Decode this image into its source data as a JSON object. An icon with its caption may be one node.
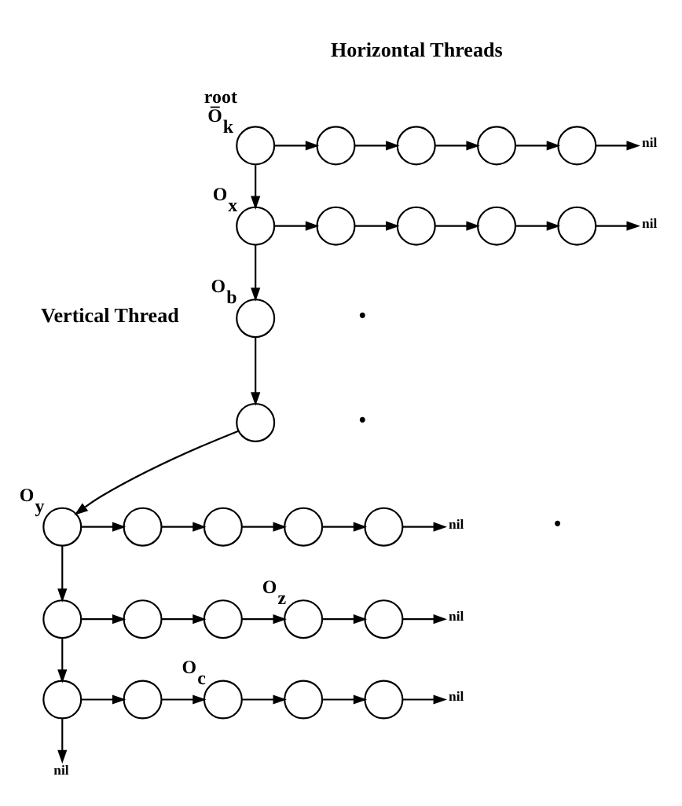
{
  "diagram": {
    "nodes": [
      {
        "text": [],
        "shape": "circle",
        "beside": [
          "root",
          "O̅$_{k}$"
        ]
      },
      {
        "text": [],
        "shape": "circle"
      },
      {
        "text": [],
        "shape": "circle"
      },
      {
        "text": [],
        "shape": "circle"
      },
      {
        "text": [],
        "shape": "circle"
      },
      {
        "text": [
          "nil"
        ]
      },
      {
        "text": [],
        "shape": "circle",
        "beside": [
          "O$_{x}$"
        ]
      },
      {
        "text": [],
        "shape": "circle"
      },
      {
        "text": [],
        "shape": "circle"
      },
      {
        "text": [],
        "shape": "circle"
      },
      {
        "text": [],
        "shape": "circle"
      },
      {
        "text": [
          "nil"
        ]
      },
      {
        "text": [],
        "shape": "circle",
        "beside": [
          "O$_{b}$"
        ]
      },
      {
        "text": [],
        "shape": "circle"
      },
      {
        "text": [],
        "shape": "circle",
        "beside": [
          "O$_{y}$"
        ]
      },
      {
        "text": [],
        "shape": "circle"
      },
      {
        "text": [],
        "shape": "circle"
      },
      {
        "text": [],
        "shape": "circle"
      },
      {
        "text": [],
        "shape": "circle"
      },
      {
        "text": [
          "nil"
        ]
      },
      {
        "text": [],
        "shape": "circle"
      },
      {
        "text": [],
        "shape": "circle"
      },
      {
        "text": [],
        "shape": "circle"
      },
      {
        "text": [],
        "shape": "circle",
        "beside": [
          "O$_{z}$"
        ]
      },
      {
        "text": [],
        "shape": "circle"
      },
      {
        "text": [
          "nil"
        ]
      },
      {
        "text": [],
        "shape": "circle"
      },
      {
        "text": [],
        "shape": "circle"
      },
      {
        "text": [],
        "shape": "circle",
        "beside": [
          "O$_{c}$"
        ]
      },
      {
        "text": [],
        "shape": "circle"
      },
      {
        "text": [],
        "shape": "circle"
      },
      {
        "text": [
          "nil"
        ]
      },
      {
        "text": [
          "nil"
        ]
      }
    ],
    "edges": [
      {
        "from": 0,
        "to": 1,
        "arrow": "to"
      },
      {
        "from": 1,
        "to": 2,
        "arrow": "to"
      },
      {
        "from": 2,
        "to": 3,
        "arrow": "to"
      },
      {
        "from": 3,
        "to": 4,
        "arrow": "to"
      },
      {
        "from": 4,
        "to": 5,
        "arrow": "to"
      },
      {
        "from": 6,
        "to": 7,
        "arrow": "to"
      },
      {
        "from": 7,
        "to": 8,
        "arrow": "to"
      },
      {
        "from": 8,
        "to": 9,
        "arrow": "to"
      },
      {
        "from": 9,
        "to": 10,
        "arrow": "to"
      },
      {
        "from": 10,
        "to": 11,
        "arrow": "to"
      },
      {
        "from": 14,
        "to": 15,
        "arrow": "to"
      },
      {
        "from": 15,
        "to": 16,
        "arrow": "to"
      },
      {
        "from": 16,
        "to": 17,
        "arrow": "to"
      },
      {
        "from": 17,
        "to": 18,
        "arrow": "to"
      },
      {
        "from": 18,
        "to": 19,
        "arrow": "to"
      },
      {
        "from": 20,
        "to": 21,
        "arrow": "to"
      },
      {
        "from": 21,
        "to": 22,
        "arrow": "to"
      },
      {
        "from": 22,
        "to": 23,
        "arrow": "to"
      },
      {
        "from": 23,
        "to": 24,
        "arrow": "to"
      },
      {
        "from": 24,
        "to": 25,
        "arrow": "to"
      },
      {
        "from": 26,
        "to": 27,
        "arrow": "to"
      },
      {
        "from": 27,
        "to": 28,
        "arrow": "to"
      },
      {
        "from": 28,
        "to": 29,
        "arrow": "to"
      },
      {
        "from": 29,
        "to": 30,
        "arrow": "to"
      },
      {
        "from": 30,
        "to": 31,
        "arrow": "to"
      },
      {
        "from": 0,
        "to": 6,
        "arrow": "to"
      },
      {
        "from": 6,
        "to": 12,
        "arrow": "to"
      },
      {
        "from": 12,
        "to": 13,
        "arrow": "to"
      },
      {
        "from": 13,
        "to": 14,
        "arrow": "to"
      },
      {
        "from": 14,
        "to": 20,
        "arrow": "to"
      },
      {
        "from": 20,
        "to": 26,
        "arrow": "to"
      },
      {
        "from": 26,
        "to": 32,
        "arrow": "to"
      }
    ],
    "labels": [
      "Horizontal Threads",
      "Vertical Thread",
      "•",
      "•",
      "•"
    ]
  }
}
